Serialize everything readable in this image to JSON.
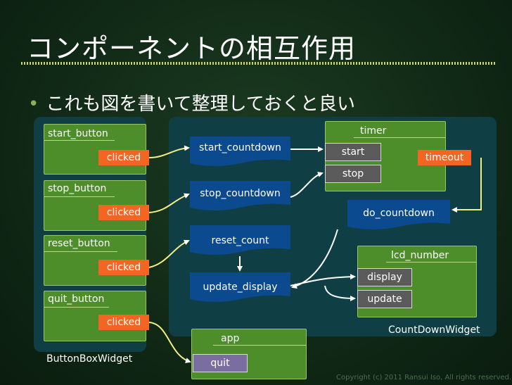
{
  "slide": {
    "title": "コンポーネントの相互作用",
    "bullet": "これも図を書いて整理しておくと良い",
    "copyright": "Copyright (c) 2011 Ransui Iso, All rights reserved."
  },
  "button_box": {
    "label": "ButtonBoxWidget",
    "buttons": [
      {
        "name": "start_button",
        "signal": "clicked"
      },
      {
        "name": "stop_button",
        "signal": "clicked"
      },
      {
        "name": "reset_button",
        "signal": "clicked"
      },
      {
        "name": "quit_button",
        "signal": "clicked"
      }
    ]
  },
  "countdown": {
    "label": "CountDownWidget",
    "slots": [
      "start_countdown",
      "stop_countdown",
      "reset_count",
      "update_display",
      "do_countdown"
    ],
    "timer": {
      "name": "timer",
      "methods": [
        "start",
        "stop"
      ],
      "signal": "timeout"
    },
    "lcd": {
      "name": "lcd_number",
      "methods": [
        "display",
        "update"
      ]
    }
  },
  "app": {
    "name": "app",
    "method": "quit"
  },
  "colors": {
    "background": "#112a17",
    "panel": "#0f3f44",
    "widget": "#4d8d2a",
    "signal": "#f26522",
    "slot": "#0b4a8e",
    "connector": "#f2ee86"
  }
}
